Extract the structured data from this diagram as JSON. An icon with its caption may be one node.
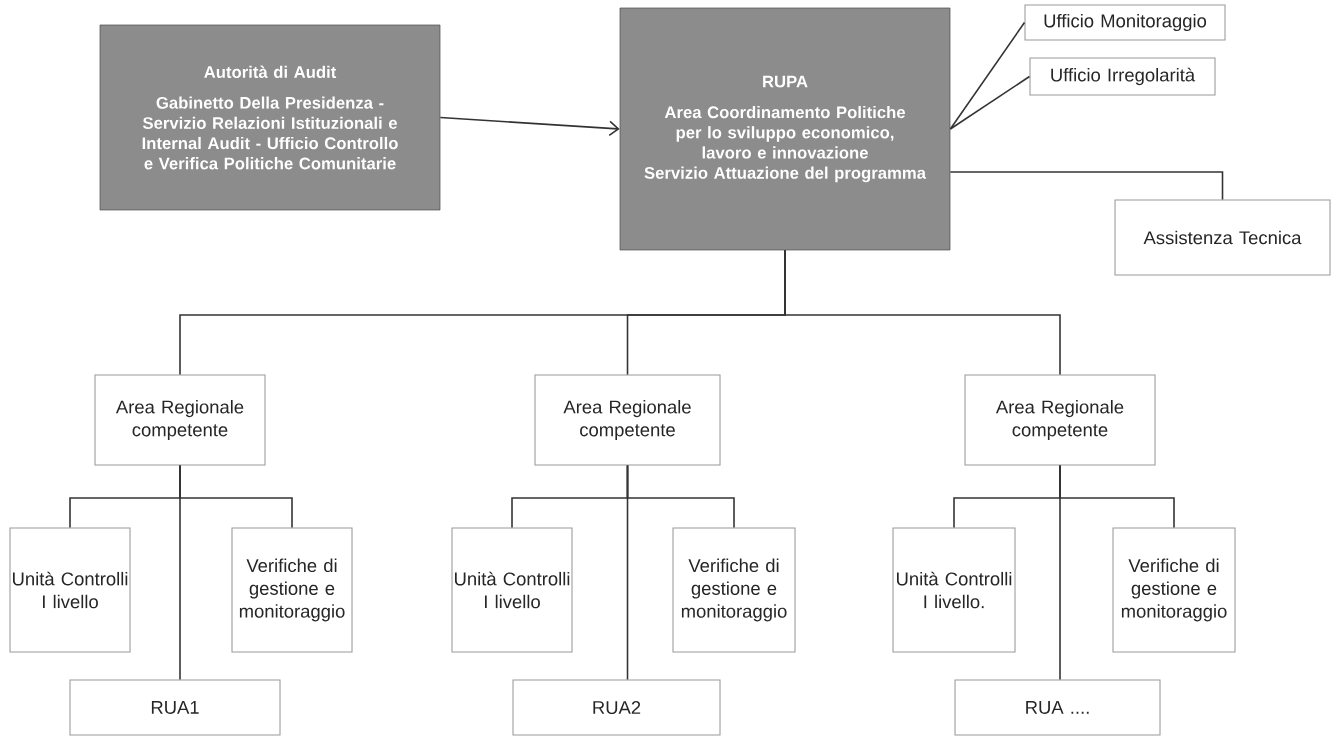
{
  "diagram": {
    "nodes": [
      {
        "text": [
          "Autorità di Audit",
          "Gabinetto Della Presidenza - Servizio Relazioni Istituzionali e Internal Audit - Ufficio Controllo e Verifica Politiche Comunitarie"
        ]
      },
      {
        "text": [
          "RUPA",
          "Area Coordinamento Politiche per lo sviluppo economico, lavoro e innovazione",
          "Servizio Attuazione del programma"
        ]
      },
      {
        "text": [
          "Ufficio Monitoraggio"
        ]
      },
      {
        "text": [
          "Ufficio Irregolarità"
        ]
      },
      {
        "text": [
          "Assistenza Tecnica"
        ]
      },
      {
        "text": [
          "Area Regionale competente"
        ]
      },
      {
        "text": [
          "Area Regionale competente"
        ]
      },
      {
        "text": [
          "Area Regionale competente"
        ]
      },
      {
        "text": [
          "Unità Controlli I livello"
        ]
      },
      {
        "text": [
          "Verifiche di gestione e monitoraggio"
        ]
      },
      {
        "text": [
          "RUA1"
        ]
      },
      {
        "text": [
          "Unità Controlli I livello"
        ]
      },
      {
        "text": [
          "Verifiche di gestione e monitoraggio"
        ]
      },
      {
        "text": [
          "RUA2"
        ]
      },
      {
        "text": [
          "Unità Controlli I livello."
        ]
      },
      {
        "text": [
          "Verifiche di gestione e monitoraggio"
        ]
      },
      {
        "text": [
          "RUA ...."
        ]
      }
    ],
    "edges": [
      {
        "from": 0,
        "to": 1,
        "arrow": "to"
      },
      {
        "from": 2,
        "to": 1,
        "arrow": "none"
      },
      {
        "from": 3,
        "to": 1,
        "arrow": "none"
      },
      {
        "from": 1,
        "to": 4,
        "arrow": "none"
      },
      {
        "from": 1,
        "to": 5,
        "arrow": "none"
      },
      {
        "from": 1,
        "to": 6,
        "arrow": "none"
      },
      {
        "from": 1,
        "to": 7,
        "arrow": "none"
      },
      {
        "from": 5,
        "to": 8,
        "arrow": "none"
      },
      {
        "from": 5,
        "to": 9,
        "arrow": "none"
      },
      {
        "from": 5,
        "to": 10,
        "arrow": "none"
      },
      {
        "from": 6,
        "to": 11,
        "arrow": "none"
      },
      {
        "from": 6,
        "to": 12,
        "arrow": "none"
      },
      {
        "from": 6,
        "to": 13,
        "arrow": "none"
      },
      {
        "from": 7,
        "to": 14,
        "arrow": "none"
      },
      {
        "from": 7,
        "to": 15,
        "arrow": "none"
      },
      {
        "from": 7,
        "to": 16,
        "arrow": "none"
      }
    ]
  }
}
